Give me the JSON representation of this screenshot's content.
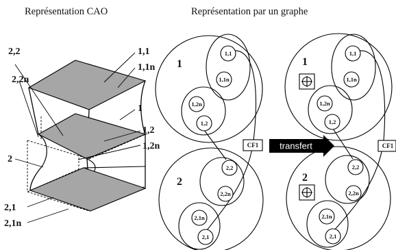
{
  "headers": {
    "left": "Représentation CAO",
    "right": "Représentation par un graphe"
  },
  "cad_labels": {
    "l22": "2,2",
    "l22n": "2,2n",
    "l11": "1,1",
    "l11n": "1,1n",
    "l1": "1",
    "l12": "1,2",
    "l12n": "1,2n",
    "l2": "2",
    "l21": "2,1",
    "l21n": "2,1n"
  },
  "graph_left": {
    "part1": "1",
    "part2": "2",
    "n11": "1,1",
    "n11n": "1,1n",
    "n12n": "1,2n",
    "n12": "1,2",
    "n22": "2,2",
    "n22n": "2,2n",
    "n21n": "2,1n",
    "n21": "2,1",
    "cf": "CF1"
  },
  "arrow": {
    "label": "transfert",
    "color": "#000000"
  },
  "graph_right": {
    "part1": "1",
    "part2": "2",
    "n11": "1,1",
    "n11n": "1,1n",
    "n12n": "1,2n",
    "n12": "1,2",
    "n22": "2,2",
    "n22n": "2,2n",
    "n21n": "2,1n",
    "n21": "2,1",
    "cf": "CF1",
    "marker_icon": "target-crosshair-icon"
  },
  "colors": {
    "face_fill": "#a6a6a6",
    "line": "#000000"
  }
}
